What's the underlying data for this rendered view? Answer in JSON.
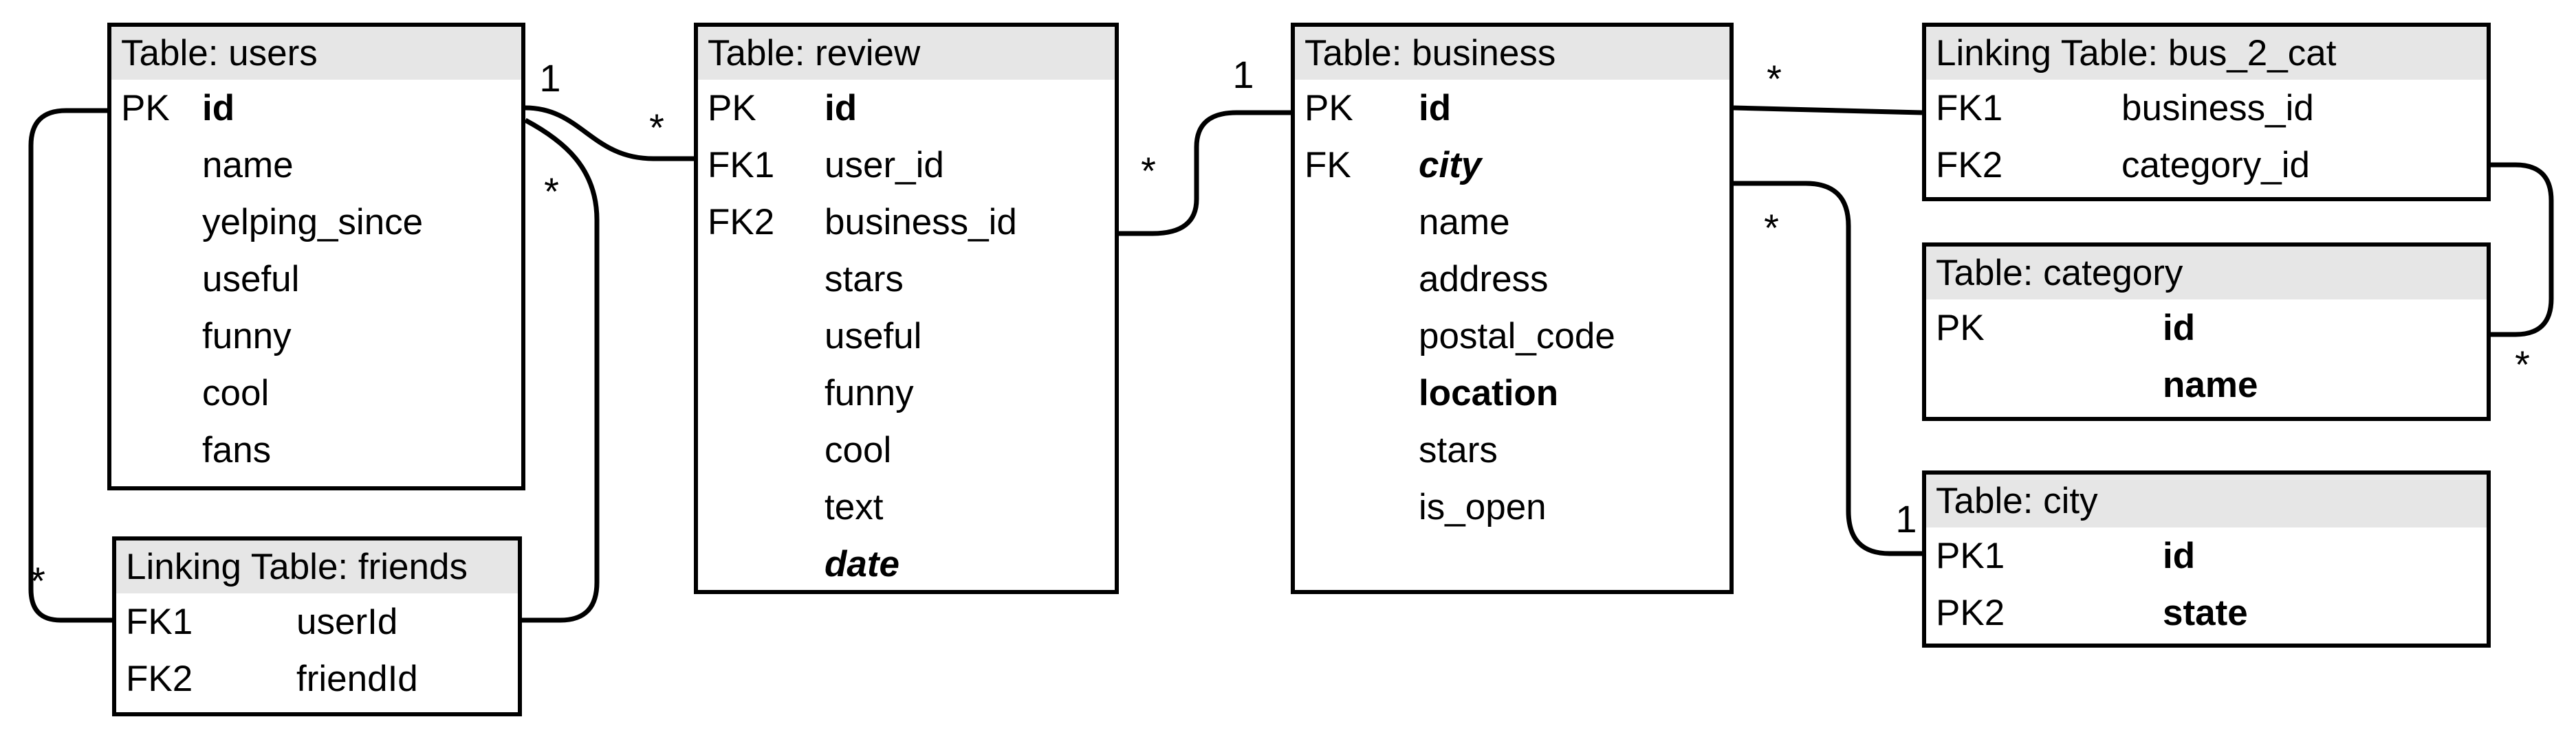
{
  "colors": {
    "background": "#ffffff",
    "table_header_bg": "#e6e6e6",
    "border": "#000000",
    "connector": "#000000",
    "text": "#000000"
  },
  "tables": {
    "users": {
      "title": "Table: users",
      "rows": [
        {
          "key": "PK",
          "field": "id",
          "style": "bold"
        },
        {
          "key": "",
          "field": "name",
          "style": "normal"
        },
        {
          "key": "",
          "field": "yelping_since",
          "style": "normal"
        },
        {
          "key": "",
          "field": "useful",
          "style": "normal"
        },
        {
          "key": "",
          "field": "funny",
          "style": "normal"
        },
        {
          "key": "",
          "field": "cool",
          "style": "normal"
        },
        {
          "key": "",
          "field": "fans",
          "style": "normal"
        }
      ]
    },
    "friends": {
      "title": "Linking Table: friends",
      "rows": [
        {
          "key": "FK1",
          "field": "userId",
          "style": "normal"
        },
        {
          "key": "FK2",
          "field": "friendId",
          "style": "normal"
        }
      ]
    },
    "review": {
      "title": "Table: review",
      "rows": [
        {
          "key": "PK",
          "field": "id",
          "style": "bold"
        },
        {
          "key": "FK1",
          "field": "user_id",
          "style": "normal"
        },
        {
          "key": "FK2",
          "field": "business_id",
          "style": "normal"
        },
        {
          "key": "",
          "field": "stars",
          "style": "normal"
        },
        {
          "key": "",
          "field": "useful",
          "style": "normal"
        },
        {
          "key": "",
          "field": "funny",
          "style": "normal"
        },
        {
          "key": "",
          "field": "cool",
          "style": "normal"
        },
        {
          "key": "",
          "field": "text",
          "style": "normal"
        },
        {
          "key": "",
          "field": "date",
          "style": "bold-italic"
        }
      ]
    },
    "business": {
      "title": "Table: business",
      "rows": [
        {
          "key": "PK",
          "field": "id",
          "style": "bold"
        },
        {
          "key": "FK",
          "field": "city",
          "style": "bold-italic"
        },
        {
          "key": "",
          "field": "name",
          "style": "normal"
        },
        {
          "key": "",
          "field": "address",
          "style": "normal"
        },
        {
          "key": "",
          "field": "postal_code",
          "style": "normal"
        },
        {
          "key": "",
          "field": "location",
          "style": "bold"
        },
        {
          "key": "",
          "field": "stars",
          "style": "normal"
        },
        {
          "key": "",
          "field": "is_open",
          "style": "normal"
        }
      ]
    },
    "bus_2_cat": {
      "title": "Linking Table: bus_2_cat",
      "rows": [
        {
          "key": "FK1",
          "field": "business_id",
          "style": "normal"
        },
        {
          "key": "FK2",
          "field": "category_id",
          "style": "normal"
        }
      ]
    },
    "category": {
      "title": "Table: category",
      "rows": [
        {
          "key": "PK",
          "field": "id",
          "style": "bold"
        },
        {
          "key": "",
          "field": "name",
          "style": "bold"
        }
      ]
    },
    "city": {
      "title": "Table: city",
      "rows": [
        {
          "key": "PK1",
          "field": "id",
          "style": "bold"
        },
        {
          "key": "PK2",
          "field": "state",
          "style": "bold"
        }
      ]
    }
  },
  "cardinality_labels": {
    "users_review_one": "1",
    "users_review_many": "*",
    "users_friends_right_many": "*",
    "users_friends_left_many": "*",
    "review_business_many": "*",
    "review_business_one": "1",
    "business_bus2cat_many": "*",
    "business_city_many": "*",
    "business_city_one": "1",
    "bus2cat_category_many": "*"
  },
  "relationships": [
    {
      "from_table": "users",
      "from_field": "id",
      "to_table": "review",
      "to_field": "user_id",
      "from_label": "1",
      "to_label": "*"
    },
    {
      "from_table": "users",
      "from_field": "id",
      "to_table": "friends",
      "to_field": "userId",
      "side": "right",
      "from_label": "*",
      "to_label": ""
    },
    {
      "from_table": "users",
      "from_field": "id",
      "to_table": "friends",
      "to_field": "userId",
      "side": "left",
      "from_label": "",
      "to_label": "*"
    },
    {
      "from_table": "review",
      "from_field": "business_id",
      "to_table": "business",
      "to_field": "id",
      "from_label": "*",
      "to_label": "1"
    },
    {
      "from_table": "business",
      "from_field": "id",
      "to_table": "bus_2_cat",
      "to_field": "business_id",
      "from_label": "*",
      "to_label": ""
    },
    {
      "from_table": "business",
      "from_field": "city",
      "to_table": "city",
      "to_field": "id",
      "from_label": "*",
      "to_label": "1"
    },
    {
      "from_table": "bus_2_cat",
      "from_field": "category_id",
      "to_table": "category",
      "to_field": "id",
      "from_label": "",
      "to_label": "*"
    }
  ]
}
